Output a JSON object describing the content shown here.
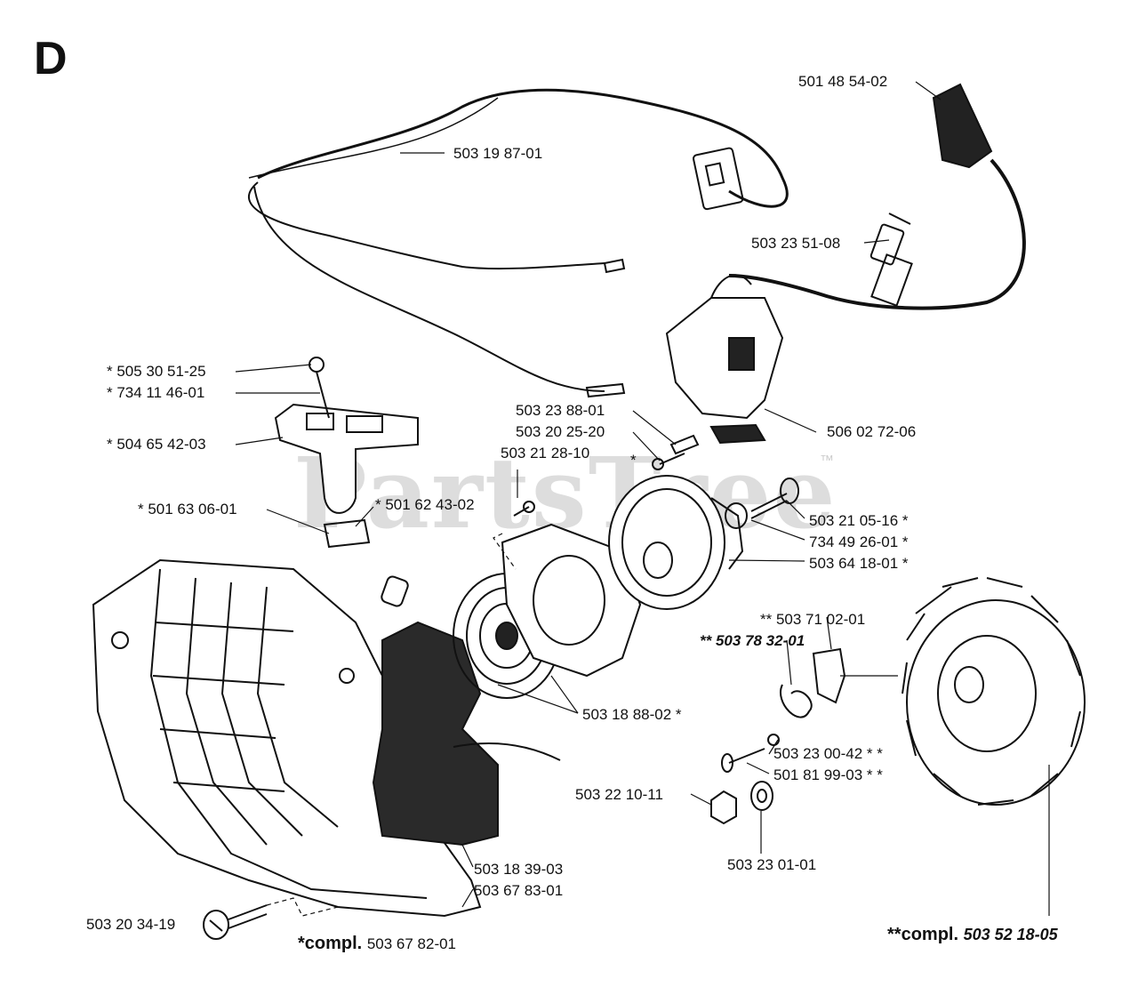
{
  "section_letter": "D",
  "watermark": "PartsTree",
  "trademark": "™",
  "parts": {
    "p01": "501 48 54-02",
    "p02": "503 19 87-01",
    "p03": "503 23 51-08",
    "p04": "* 505 30 51-25",
    "p05": "* 734 11 46-01",
    "p06": "* 504 65 42-03",
    "p07": "503 23 88-01",
    "p08": "503 20 25-20",
    "p09": "506 02 72-06",
    "p10": "503 21 28-10",
    "p11": "*",
    "p12": "* 501 63 06-01",
    "p13": "* 501 62 43-02",
    "p14": "503 21 05-16 *",
    "p15": "734 49 26-01 *",
    "p16": "503 64 18-01 *",
    "p17": "** 503 71 02-01",
    "p18": "** 503 78 32-01",
    "p19": "503 18 88-02 *",
    "p20": "503 23 00-42 * *",
    "p21": "501 81 99-03 * *",
    "p22": "503 22 10-11",
    "p23": "503 18 39-03",
    "p24": "503 67 83-01",
    "p25": "503 23 01-01",
    "p26": "503 20 34-19"
  },
  "compl_left": {
    "prefix": "*compl.",
    "number": "503 67 82-01"
  },
  "compl_right": {
    "prefix": "**compl.",
    "number": "503 52 18-05"
  }
}
